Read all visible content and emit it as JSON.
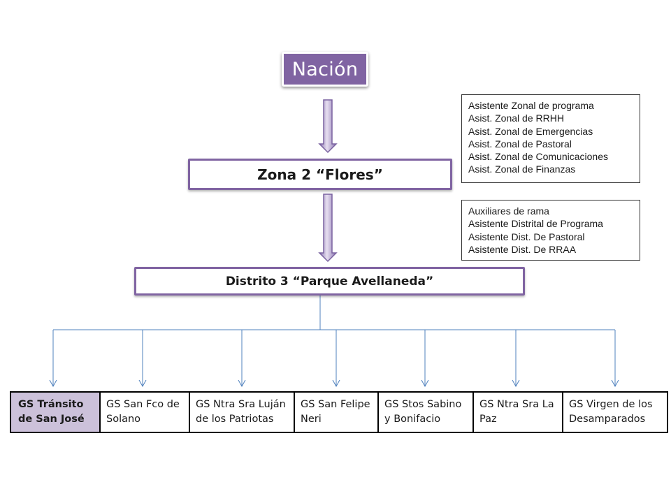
{
  "nodes": {
    "nacion": "Nación",
    "zona": "Zona 2 “Flores”",
    "distrito": "Distrito 3 “Parque Avellaneda”"
  },
  "zona_staff": [
    "Asistente Zonal de programa",
    "Asist. Zonal de RRHH",
    "Asist. Zonal de Emergencias",
    "Asist. Zonal de Pastoral",
    "Asist. Zonal de Comunicaciones",
    "Asist. Zonal de Finanzas"
  ],
  "distrito_staff": [
    "Auxiliares de rama",
    "Asistente Distrital de Programa",
    "Asistente Dist. De Pastoral",
    "Asistente Dist. De RRAA"
  ],
  "groups": [
    "GS Tránsito de San José",
    "GS San Fco de Solano",
    "GS Ntra Sra Luján de los Patriotas",
    "GS San Felipe Neri",
    "GS Stos Sabino y Bonifacio",
    "GS Ntra Sra La Paz",
    "GS Virgen de los Desamparados"
  ],
  "colors": {
    "accent": "#8064a2",
    "highlight": "#ccc1da",
    "arrow_fill": "#b3a2c7",
    "connector": "#4f81bd"
  }
}
